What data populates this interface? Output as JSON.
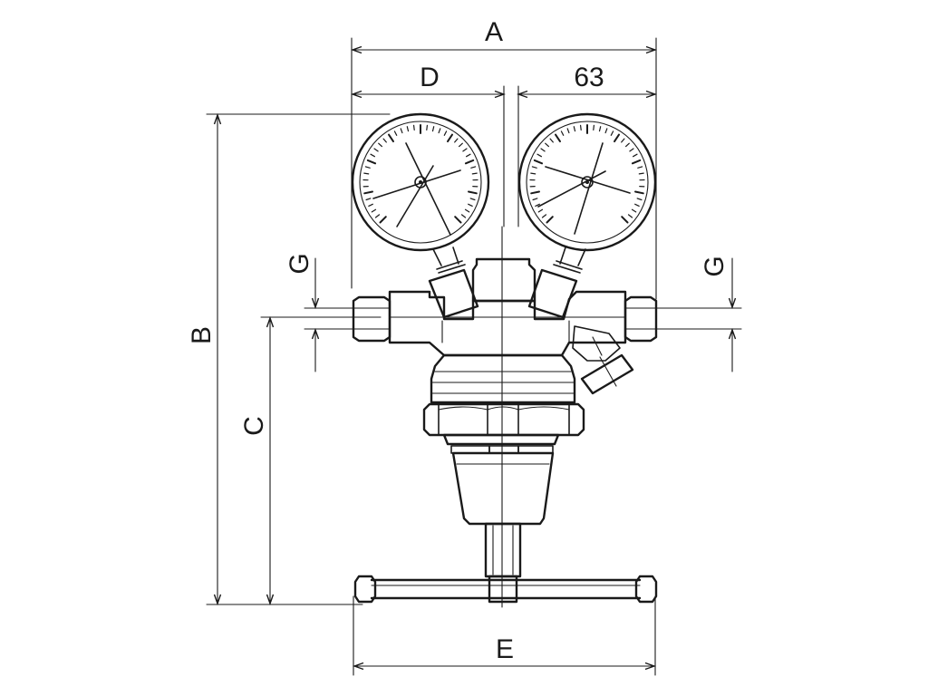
{
  "dimensions": {
    "overall_width": "A",
    "gauge_diameter": "D",
    "gauge_spacing": "63",
    "total_height": "B",
    "handle_height": "C",
    "handle_width": "E",
    "thread_left": "G",
    "thread_right": "G"
  },
  "colors": {
    "ink": "#1a1a1a",
    "paper": "#ffffff"
  }
}
